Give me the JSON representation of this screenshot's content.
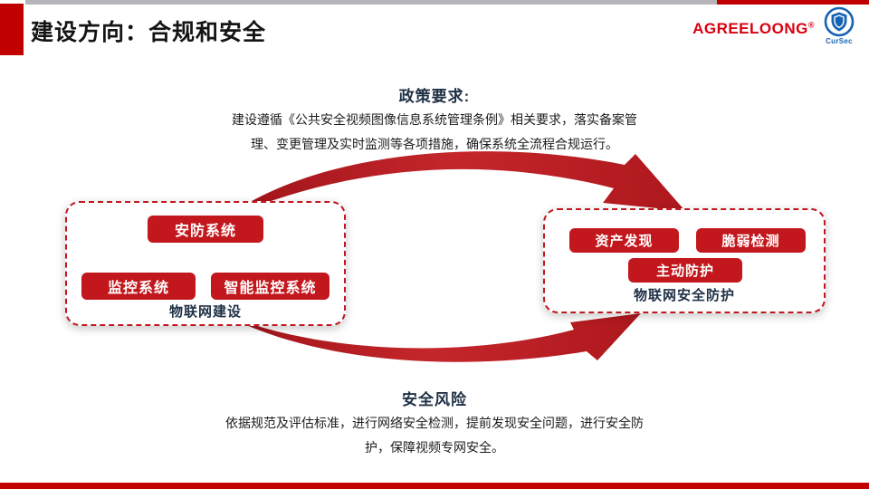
{
  "header": {
    "title": "建设方向：合规和安全",
    "brand": "AGREELOONG",
    "brand_reg": "®",
    "logo_text": "CurSec"
  },
  "policy": {
    "heading": "政策要求:",
    "body": "建设遵循《公共安全视频图像信息系统管理条例》相关要求，落实备案管理、变更管理及实时监测等各项措施，确保系统全流程合规运行。"
  },
  "groups": {
    "left": {
      "label": "物联网建设",
      "items": [
        "安防系统",
        "监控系统",
        "智能监控系统"
      ]
    },
    "right": {
      "label": "物联网安全防护",
      "items": [
        "资产发现",
        "脆弱检测",
        "主动防护"
      ]
    }
  },
  "risk": {
    "heading": "安全风险",
    "body": "依据规范及评估标准，进行网络安全检测，提前发现安全问题，进行安全防护，保障视频专网安全。"
  },
  "icons": {
    "logo_shield": "cursec-shield-icon",
    "arrow_top": "flow-arrow-left-to-right-top",
    "arrow_bottom": "flow-arrow-left-to-right-bottom"
  },
  "colors": {
    "accent_red": "#c00000",
    "button_red": "#c2181d",
    "brand_red": "#d7000f",
    "navy_text": "#1f3045",
    "gray_bar": "#b4b4b9",
    "logo_blue": "#1663b4"
  }
}
